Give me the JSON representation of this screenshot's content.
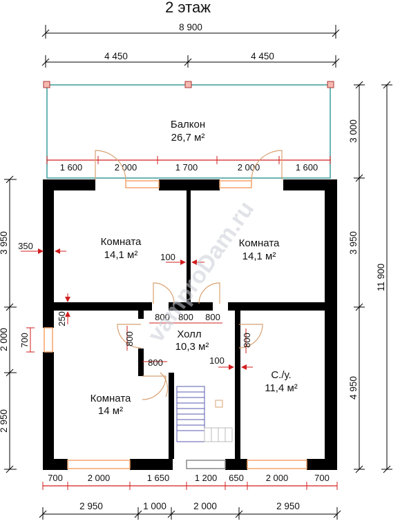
{
  "title": "2 этаж",
  "watermark": "vamproDam.ru",
  "overall": {
    "width": "8 900",
    "height": "11 900"
  },
  "top_dims": [
    "4 450",
    "4 450"
  ],
  "balcony_dims": [
    "1 600",
    "2 000",
    "1 700",
    "2 000",
    "1 600"
  ],
  "left_dims": [
    "3 950",
    "2 000",
    "2 950"
  ],
  "right_dims": [
    "3 000",
    "3 950",
    "4 950"
  ],
  "bottom_red_dims": [
    "700",
    "2 000",
    "1 650",
    "1 200",
    "650",
    "2 000",
    "700"
  ],
  "bottom_black_dims": [
    "2 950",
    "1 000",
    "2 000",
    "2 950"
  ],
  "inner_dims": {
    "wall_350": "350",
    "wall_100_a": "100",
    "wall_100_b": "100",
    "wall_250": "250",
    "window_700": "700",
    "door_800_1": "800",
    "door_800_2": "800",
    "door_800_3": "800",
    "door_800_left": "800",
    "door_800_left2": "800",
    "door_800_right": "800"
  },
  "rooms": {
    "balcony": {
      "name": "Балкон",
      "area": "26,7 м²"
    },
    "room_top_left": {
      "name": "Комната",
      "area": "14,1 м²"
    },
    "room_top_right": {
      "name": "Комната",
      "area": "14,1 м²"
    },
    "hall": {
      "name": "Холл",
      "area": "10,3 м²"
    },
    "bathroom": {
      "name": "С./у.",
      "area": "11,4 м²"
    },
    "room_bottom_left": {
      "name": "Комната",
      "area": "14 м²"
    }
  },
  "colors": {
    "wall": "#000000",
    "dim_red": "#d21e1e",
    "balcony": "#3a9a9a",
    "window": "#f5a468"
  }
}
